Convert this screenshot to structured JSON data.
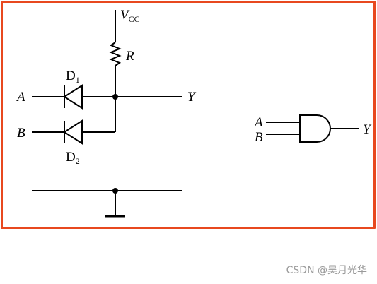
{
  "circuit": {
    "supply": {
      "main": "V",
      "sub": "CC"
    },
    "resistor": "R",
    "input_a": "A",
    "input_b": "B",
    "output": "Y",
    "diode1": {
      "main": "D",
      "sub": "1"
    },
    "diode2": {
      "main": "D",
      "sub": "2"
    }
  },
  "gate": {
    "input_a": "A",
    "input_b": "B",
    "output": "Y"
  },
  "watermark": "CSDN @昊月光华",
  "colors": {
    "frame": "#e8481f",
    "ink": "#000000"
  }
}
